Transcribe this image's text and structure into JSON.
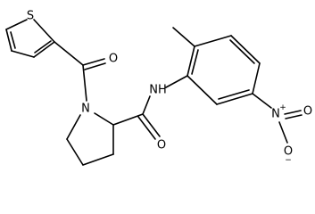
{
  "structure": {
    "atoms": {
      "S": "S",
      "O_thiophene_carbonyl": "O",
      "N_pyrrolidine": "N",
      "NH": "NH",
      "O_amide": "O",
      "N_nitro": "N",
      "N_nitro_charge": "+",
      "O_nitro_top": "O",
      "O_nitro_bottom": "O",
      "O_nitro_charge": "−"
    },
    "colors": {
      "bond": "#000000",
      "text": "#000000",
      "background": "#ffffff"
    }
  }
}
